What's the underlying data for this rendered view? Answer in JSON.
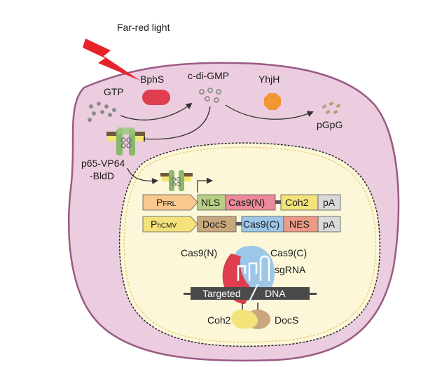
{
  "labels": {
    "far_red_light": "Far-red light",
    "bphs": "BphS",
    "gtp": "GTP",
    "c_di_gmp": "c-di-GMP",
    "yhjh": "YhjH",
    "pgpg": "pGpG",
    "p65_line1": "p65-VP64",
    "p65_line2": "-BldD",
    "cas9n": "Cas9(N)",
    "cas9c": "Cas9(C)",
    "sgrna": "sgRNA",
    "targeted": "Targeted",
    "dna": "DNA",
    "coh2_bottom": "Coh2",
    "docs_bottom": "DocS"
  },
  "construct1": {
    "promoter_main": "P",
    "promoter_sub": "FRL",
    "nls": "NLS",
    "cas9n": "Cas9(N)",
    "coh2": "Coh2",
    "pa": "pA"
  },
  "construct2": {
    "promoter_main": "P",
    "promoter_sub": "hCMV",
    "docs": "DocS",
    "cas9c": "Cas9(C)",
    "nes": "NES",
    "pa": "pA"
  },
  "colors": {
    "cell_fill": "#ebcddf",
    "cell_stroke": "#9a5a85",
    "nucleus_fill": "#fbf7d8",
    "lightning": "#e8222a",
    "bphs": "#de3e4e",
    "yhjh": "#f29633",
    "promoter": "#f7c98e",
    "nls": "#b9cf86",
    "cas9n": "#ec8a99",
    "coh2": "#f4e27a",
    "pa": "#d9d9d9",
    "docs": "#c9a67c",
    "cas9c": "#9cc7e8",
    "nes": "#ec9a86"
  }
}
